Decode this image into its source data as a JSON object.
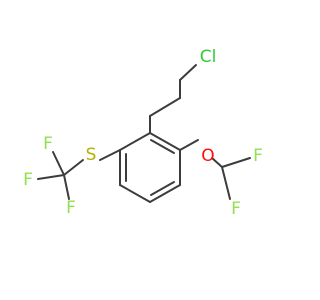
{
  "molecule": {
    "atoms": {
      "cl": {
        "symbol": "Cl",
        "color": "#33cc33"
      },
      "s": {
        "symbol": "S",
        "color": "#b2b200"
      },
      "o": {
        "symbol": "O",
        "color": "#ff0d0d"
      },
      "f_top": {
        "symbol": "F",
        "color": "#90e050"
      },
      "f_left": {
        "symbol": "F",
        "color": "#90e050"
      },
      "f_bottom": {
        "symbol": "F",
        "color": "#90e050"
      },
      "f_chf2_right": {
        "symbol": "F",
        "color": "#90e050"
      },
      "f_chf2_bottom": {
        "symbol": "F",
        "color": "#90e050"
      }
    },
    "bond_color": "#3c3c3c"
  }
}
